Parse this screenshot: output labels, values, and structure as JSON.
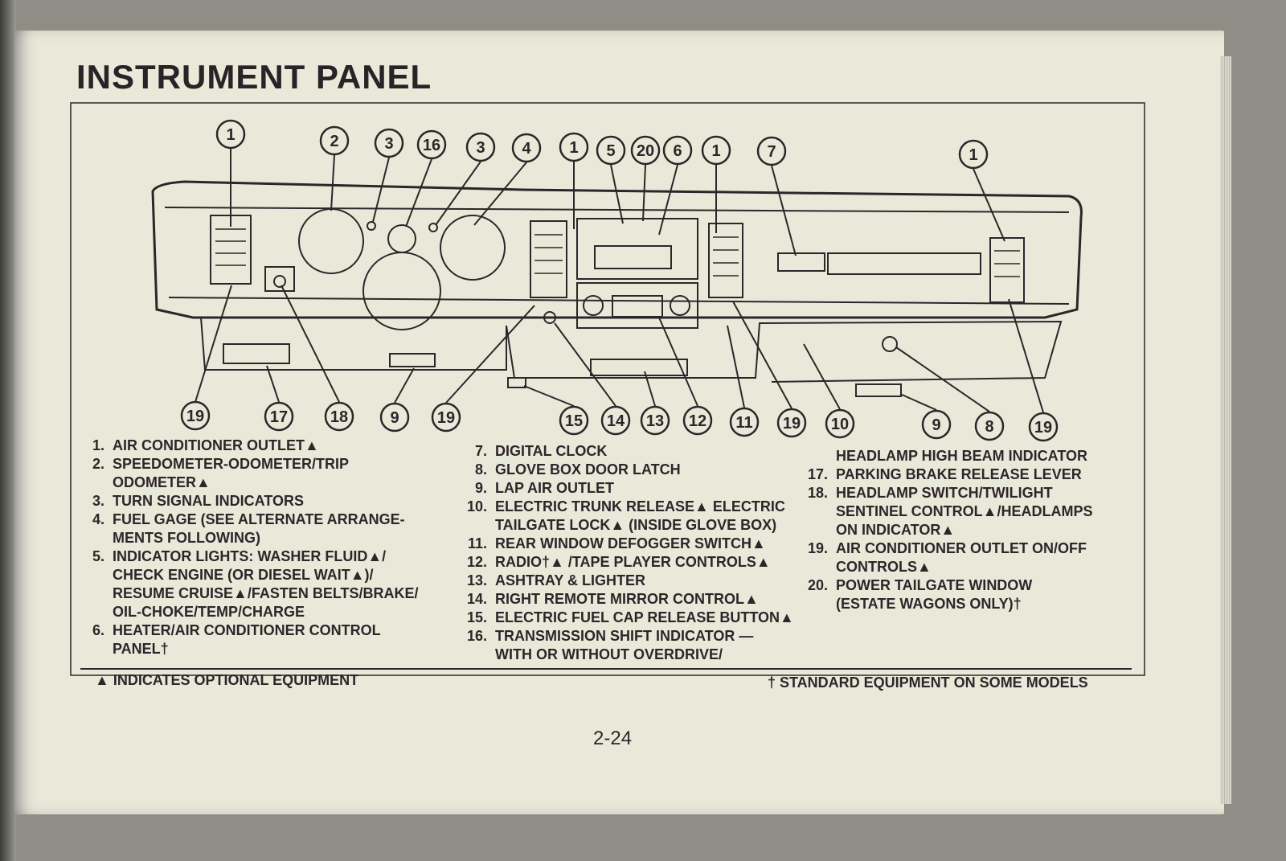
{
  "title": "INSTRUMENT PANEL",
  "callouts_top": [
    "1",
    "2",
    "3",
    "16",
    "3",
    "4",
    "1",
    "5",
    "20",
    "6",
    "1",
    "7",
    "1"
  ],
  "callouts_bottom": [
    "19",
    "17",
    "18",
    "9",
    "19",
    "15",
    "14",
    "13",
    "12",
    "11",
    "19",
    "10",
    "9",
    "8",
    "19"
  ],
  "legend_col1": [
    {
      "num": "1.",
      "lines": [
        "AIR CONDITIONER OUTLET▲"
      ]
    },
    {
      "num": "2.",
      "lines": [
        "SPEEDOMETER-ODOMETER/TRIP",
        "ODOMETER▲"
      ]
    },
    {
      "num": "3.",
      "lines": [
        "TURN SIGNAL INDICATORS"
      ]
    },
    {
      "num": "4.",
      "lines": [
        "FUEL GAGE (SEE ALTERNATE ARRANGE-",
        "MENTS FOLLOWING)"
      ]
    },
    {
      "num": "5.",
      "lines": [
        "INDICATOR LIGHTS: WASHER FLUID▲/",
        "CHECK ENGINE (OR DIESEL WAIT▲)/",
        "RESUME CRUISE▲/FASTEN BELTS/BRAKE/",
        "OIL-CHOKE/TEMP/CHARGE"
      ]
    },
    {
      "num": "6.",
      "lines": [
        "HEATER/AIR CONDITIONER CONTROL",
        "PANEL†"
      ]
    }
  ],
  "legend_col2": [
    {
      "num": "7.",
      "lines": [
        "DIGITAL CLOCK"
      ]
    },
    {
      "num": "8.",
      "lines": [
        "GLOVE BOX DOOR LATCH"
      ]
    },
    {
      "num": "9.",
      "lines": [
        "LAP AIR OUTLET"
      ]
    },
    {
      "num": "10.",
      "lines": [
        "ELECTRIC TRUNK RELEASE▲ ELECTRIC",
        "TAILGATE LOCK▲ (INSIDE GLOVE BOX)"
      ]
    },
    {
      "num": "11.",
      "lines": [
        "REAR WINDOW DEFOGGER SWITCH▲"
      ]
    },
    {
      "num": "12.",
      "lines": [
        "RADIO†▲ /TAPE PLAYER CONTROLS▲"
      ]
    },
    {
      "num": "13.",
      "lines": [
        "ASHTRAY & LIGHTER"
      ]
    },
    {
      "num": "14.",
      "lines": [
        "RIGHT REMOTE MIRROR CONTROL▲"
      ]
    },
    {
      "num": "15.",
      "lines": [
        "ELECTRIC FUEL CAP RELEASE BUTTON▲"
      ]
    },
    {
      "num": "16.",
      "lines": [
        "TRANSMISSION SHIFT INDICATOR —",
        "WITH OR WITHOUT OVERDRIVE/"
      ]
    }
  ],
  "legend_col3": [
    {
      "num": "",
      "lines": [
        "HEADLAMP HIGH BEAM INDICATOR"
      ]
    },
    {
      "num": "17.",
      "lines": [
        "PARKING BRAKE RELEASE LEVER"
      ]
    },
    {
      "num": "18.",
      "lines": [
        "HEADLAMP SWITCH/TWILIGHT",
        "SENTINEL CONTROL▲/HEADLAMPS",
        "ON INDICATOR▲"
      ]
    },
    {
      "num": "19.",
      "lines": [
        "AIR CONDITIONER OUTLET ON/OFF",
        "CONTROLS▲"
      ]
    },
    {
      "num": "20.",
      "lines": [
        "POWER TAILGATE WINDOW",
        "(ESTATE WAGONS ONLY)†"
      ]
    }
  ],
  "footer": {
    "optional": "▲ INDICATES OPTIONAL EQUIPMENT",
    "standard": "†  STANDARD EQUIPMENT ON SOME MODELS"
  },
  "page_number": "2-24"
}
